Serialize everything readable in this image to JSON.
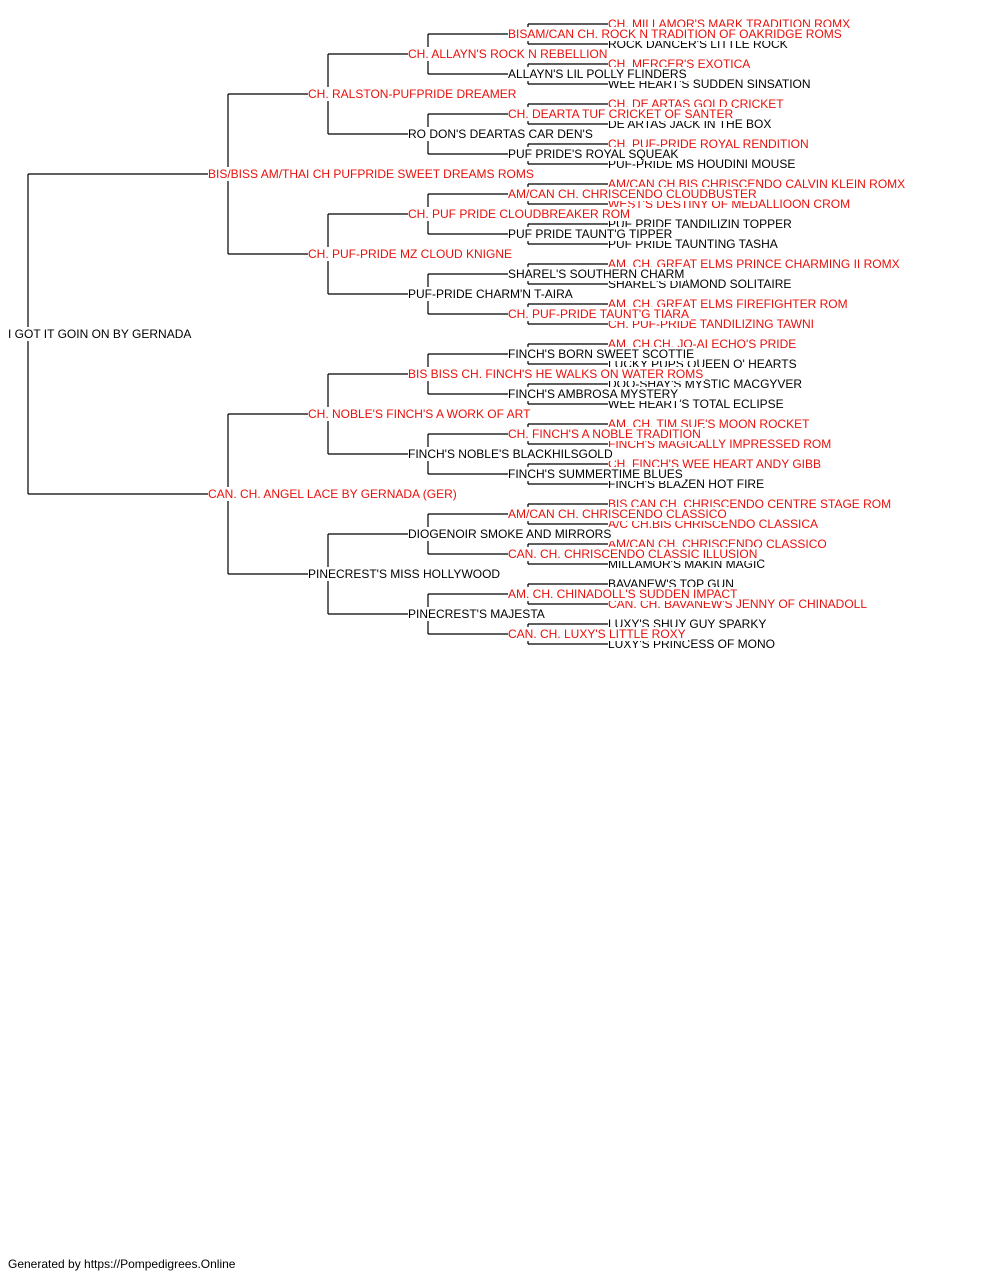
{
  "pedigree": {
    "name": "I GOT IT GOIN ON BY GERNADA",
    "champion": false,
    "sire": {
      "name": "BIS/BISS AM/THAI CH PUFPRIDE SWEET DREAMS ROMS",
      "champion": true,
      "sire": {
        "name": "CH. RALSTON-PUFPRIDE DREAMER",
        "champion": true,
        "sire": {
          "name": "CH. ALLAYN'S ROCK N REBELLION",
          "champion": true,
          "sire": {
            "name": "BISAM/CAN CH. ROCK N TRADITION OF OAKRIDGE ROMS",
            "champion": true,
            "sire": {
              "name": "CH. MILLAMOR'S MARK TRADITION ROMX",
              "champion": true
            },
            "dam": {
              "name": "ROCK DANCER'S LITTLE ROCK",
              "champion": false
            }
          },
          "dam": {
            "name": "ALLAYN'S LIL POLLY FLINDERS",
            "champion": false,
            "sire": {
              "name": "CH. MERCER'S EXOTICA",
              "champion": true
            },
            "dam": {
              "name": "WEE HEART'S SUDDEN SINSATION",
              "champion": false
            }
          }
        },
        "dam": {
          "name": "RO DON'S DEARTAS CAR DEN'S",
          "champion": false,
          "sire": {
            "name": "CH. DEARTA TUF CRICKET OF SANTER",
            "champion": true,
            "sire": {
              "name": "CH. DE ARTAS GOLD CRICKET",
              "champion": true
            },
            "dam": {
              "name": "DE ARTAS JACK IN THE BOX",
              "champion": false
            }
          },
          "dam": {
            "name": "PUF PRIDE'S ROYAL SQUEAK",
            "champion": false,
            "sire": {
              "name": "CH. PUF-PRIDE ROYAL RENDITION",
              "champion": true
            },
            "dam": {
              "name": "PUF-PRIDE MS HOUDINI MOUSE",
              "champion": false
            }
          }
        }
      },
      "dam": {
        "name": "CH. PUF-PRIDE MZ CLOUD KNIGNE",
        "champion": true,
        "sire": {
          "name": "CH. PUF PRIDE CLOUDBREAKER ROM",
          "champion": true,
          "sire": {
            "name": "AM/CAN CH. CHRISCENDO CLOUDBUSTER",
            "champion": true,
            "sire": {
              "name": "AM/CAN CH.BIS CHRISCENDO CALVIN KLEIN ROMX",
              "champion": true
            },
            "dam": {
              "name": "WEST'S DESTINY OF MEDALLIOON CROM",
              "champion": true
            }
          },
          "dam": {
            "name": "PUF PRIDE TAUNT'G TIPPER",
            "champion": false,
            "sire": {
              "name": "PUF PRIDE TANDILIZIN TOPPER",
              "champion": false
            },
            "dam": {
              "name": "PUF PRIDE TAUNTING TASHA",
              "champion": false
            }
          }
        },
        "dam": {
          "name": "PUF-PRIDE CHARM'N T-AIRA",
          "champion": false,
          "sire": {
            "name": "SHAREL'S SOUTHERN CHARM",
            "champion": false,
            "sire": {
              "name": "AM. CH. GREAT ELMS PRINCE CHARMING II ROMX",
              "champion": true
            },
            "dam": {
              "name": "SHAREL'S DIAMOND SOLITAIRE",
              "champion": false
            }
          },
          "dam": {
            "name": "CH. PUF-PRIDE TAUNT'G TIARA",
            "champion": true,
            "sire": {
              "name": "AM. CH. GREAT ELMS FIREFIGHTER ROM",
              "champion": true
            },
            "dam": {
              "name": "CH. PUF-PRIDE TANDILIZING TAWNI",
              "champion": true
            }
          }
        }
      }
    },
    "dam": {
      "name": "CAN. CH. ANGEL LACE BY GERNADA (GER)",
      "champion": true,
      "sire": {
        "name": "CH. NOBLE'S FINCH'S A WORK OF ART",
        "champion": true,
        "sire": {
          "name": "BIS BISS CH. FINCH'S HE WALKS ON WATER ROMS",
          "champion": true,
          "sire": {
            "name": "FINCH'S BORN SWEET SCOTTIE",
            "champion": false,
            "sire": {
              "name": "AM. CH.CH. JO-AI ECHO'S PRIDE",
              "champion": true
            },
            "dam": {
              "name": "LUCKY PUPS QUEEN O' HEARTS",
              "champion": false
            }
          },
          "dam": {
            "name": "FINCH'S AMBROSA MYSTERY",
            "champion": false,
            "sire": {
              "name": "DOO-SHAY'S MYSTIC MACGYVER",
              "champion": false
            },
            "dam": {
              "name": "WEE HEART'S TOTAL ECLIPSE",
              "champion": false
            }
          }
        },
        "dam": {
          "name": "FINCH'S NOBLE'S BLACKHILSGOLD",
          "champion": false,
          "sire": {
            "name": "CH. FINCH'S A NOBLE TRADITION",
            "champion": true,
            "sire": {
              "name": "AM. CH. TIM SUE'S MOON ROCKET",
              "champion": true
            },
            "dam": {
              "name": "FINCH'S MAGICALLY IMPRESSED ROM",
              "champion": true
            }
          },
          "dam": {
            "name": "FINCH'S SUMMERTIME BLUES",
            "champion": false,
            "sire": {
              "name": "CH. FINCH'S WEE HEART ANDY GIBB",
              "champion": true
            },
            "dam": {
              "name": "FINCH'S BLAZEN HOT FIRE",
              "champion": false
            }
          }
        }
      },
      "dam": {
        "name": "PINECREST'S MISS HOLLYWOOD",
        "champion": false,
        "sire": {
          "name": "DIOGENOIR SMOKE AND MIRRORS",
          "champion": false,
          "sire": {
            "name": "AM/CAN CH. CHRISCENDO CLASSICO",
            "champion": true,
            "sire": {
              "name": "BIS CAN CH. CHRISCENDO CENTRE STAGE ROM",
              "champion": true
            },
            "dam": {
              "name": "A/C CH.BIS CHRISCENDO CLASSICA",
              "champion": true
            }
          },
          "dam": {
            "name": "CAN. CH. CHRISCENDO CLASSIC ILLUSION",
            "champion": true,
            "sire": {
              "name": "AM/CAN CH. CHRISCENDO CLASSICO",
              "champion": true
            },
            "dam": {
              "name": "MILLAMOR'S MAKIN MAGIC",
              "champion": false
            }
          }
        },
        "dam": {
          "name": "PINECREST'S MAJESTA",
          "champion": false,
          "sire": {
            "name": "AM. CH. CHINADOLL'S SUDDEN IMPACT",
            "champion": true,
            "sire": {
              "name": "BAVANEW'S TOP GUN",
              "champion": false
            },
            "dam": {
              "name": "CAN. CH. BAVANEW'S JENNY OF CHINADOLL",
              "champion": true
            }
          },
          "dam": {
            "name": "CAN. CH. LUXY'S LITTLE ROXY",
            "champion": true,
            "sire": {
              "name": "LUXY'S SHUY GUY SPARKY",
              "champion": false
            },
            "dam": {
              "name": "LUXY'S PRINCESS OF MONO",
              "champion": false
            }
          }
        }
      }
    }
  },
  "footer": "Generated by https://Pompedigrees.Online",
  "colors": {
    "champion": "#e8100c",
    "plain": "#000000",
    "line": "#000000"
  }
}
